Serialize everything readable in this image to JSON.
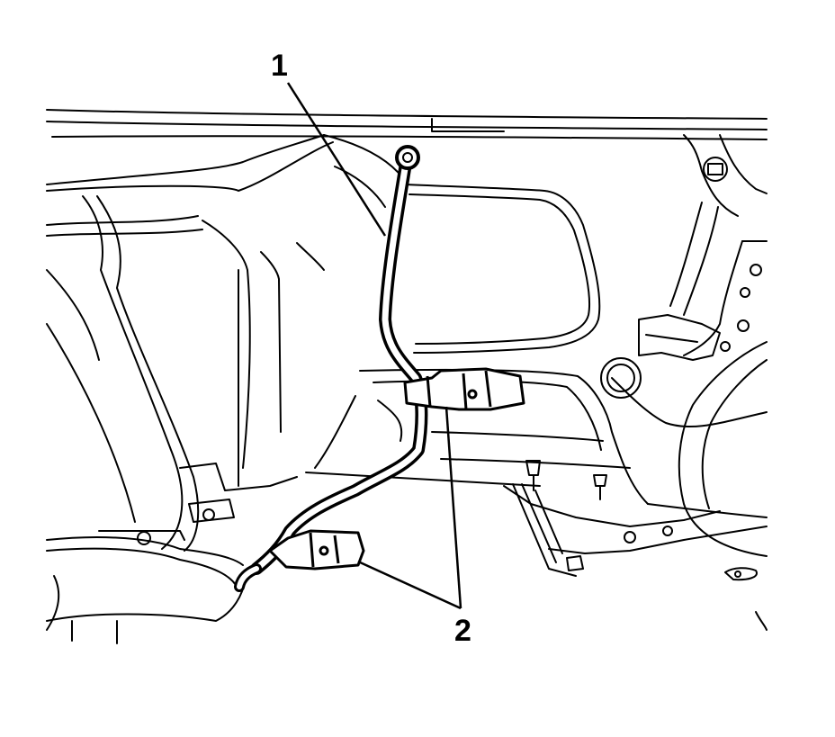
{
  "callouts": [
    {
      "id": "1",
      "label": "1"
    },
    {
      "id": "2",
      "label": "2"
    }
  ],
  "colors": {
    "background": "#ffffff",
    "line": "#000000"
  }
}
